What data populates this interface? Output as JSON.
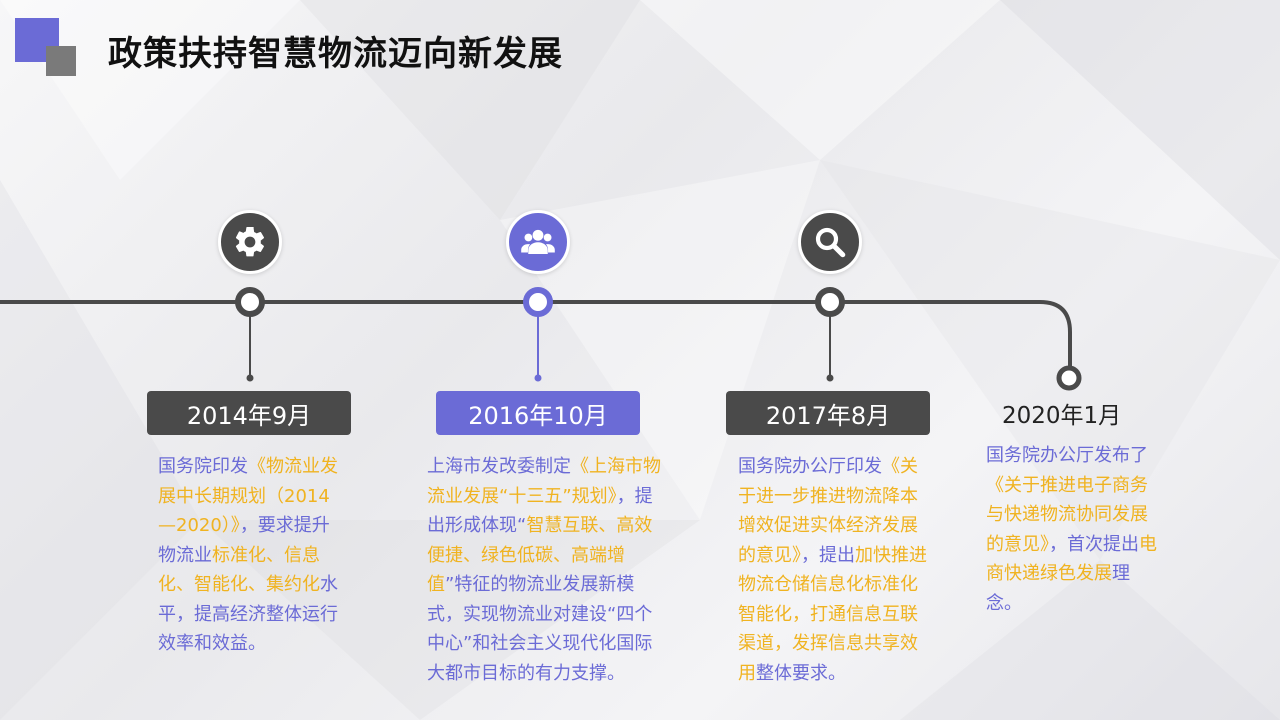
{
  "header": {
    "title": "政策扶持智慧物流迈向新发展"
  },
  "colors": {
    "accent_blue": "#6b6bd6",
    "dark_gray": "#4a4a4a",
    "highlight_yellow": "#f0b321"
  },
  "milestones": [
    {
      "icon": "gear-icon",
      "date": "2014年9月",
      "desc": [
        {
          "t": "国务院印发",
          "hl": false
        },
        {
          "t": "《物流业发展中长期规划（2014—2020）》",
          "hl": true
        },
        {
          "t": "，要求提升物流业",
          "hl": false
        },
        {
          "t": "标准化、信息化、智能化、集约化",
          "hl": true
        },
        {
          "t": "水平，提高经济整体运行效率和效益。",
          "hl": false
        }
      ]
    },
    {
      "icon": "users-icon",
      "date": "2016年10月",
      "desc": [
        {
          "t": "上海市发改委制定",
          "hl": false
        },
        {
          "t": "《上海市物流业发展“十三五”规划》",
          "hl": true
        },
        {
          "t": "，提出形成体现“",
          "hl": false
        },
        {
          "t": "智慧互联、高效便捷、绿色低碳、高端增值",
          "hl": true
        },
        {
          "t": "”特征的物流业发展新模式，实现物流业对建设“四个中心”和社会主义现代化国际大都市目标的有力支撑。",
          "hl": false
        }
      ]
    },
    {
      "icon": "search-icon",
      "date": "2017年8月",
      "desc": [
        {
          "t": "国务院办公厅印发",
          "hl": false
        },
        {
          "t": "《关于进一步推进物流降本增效促进实体经济发展的意见》",
          "hl": true
        },
        {
          "t": "，提出",
          "hl": false
        },
        {
          "t": "加快推进物流仓储信息化标准化智能化，打通信息互联渠道，发挥信息共享效用",
          "hl": true
        },
        {
          "t": "整体要求。",
          "hl": false
        }
      ]
    },
    {
      "date": "2020年1月",
      "desc": [
        {
          "t": "国务院办公厅发布了",
          "hl": false
        },
        {
          "t": "《关于推进电子商务与快递物流协同发展的意见》",
          "hl": true
        },
        {
          "t": "，首次提出",
          "hl": false
        },
        {
          "t": "电商快递绿色发展",
          "hl": true
        },
        {
          "t": "理念。",
          "hl": false
        }
      ]
    }
  ]
}
